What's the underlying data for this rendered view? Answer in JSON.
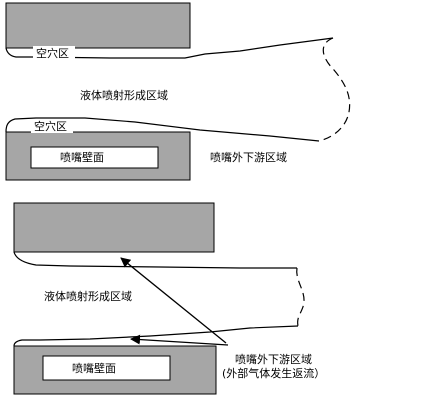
{
  "colors": {
    "wall_fill": "#a6a6a6",
    "outline": "#000000",
    "background": "#ffffff"
  },
  "top_figure": {
    "cavity_label_upper": "空穴区",
    "jet_region_label": "液体喷射形成区域",
    "cavity_label_lower": "空穴区",
    "nozzle_wall_label": "喷嘴壁面",
    "downstream_label": "喷嘴外下游区域"
  },
  "bottom_figure": {
    "jet_region_label": "液体喷射形成区域",
    "nozzle_wall_label": "喷嘴壁面",
    "downstream_label": "喷嘴外下游区域",
    "backflow_label": "(外部气体发生返流）"
  }
}
